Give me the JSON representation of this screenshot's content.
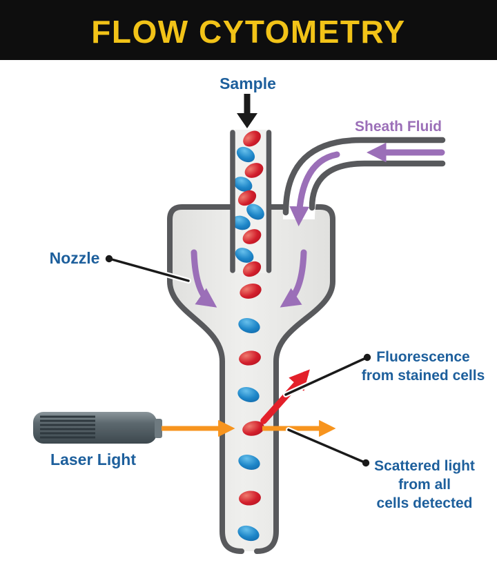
{
  "header": {
    "title": "FLOW CYTOMETRY"
  },
  "labels": {
    "sample": "Sample",
    "sheath_fluid": "Sheath Fluid",
    "nozzle": "Nozzle",
    "laser_light": "Laser Light",
    "fluorescence": [
      "Fluorescence",
      "from stained cells"
    ],
    "scattered": [
      "Scattered light",
      "from all",
      "cells detected"
    ]
  },
  "colors": {
    "header_bg": "#0e0e0e",
    "title_yellow": "#f2c318",
    "label_blue": "#1d5f9c",
    "purple": "#9b6fb8",
    "orange": "#f7941e",
    "red_arrow": "#e3202a",
    "outline_gray": "#58595c",
    "callout_black": "#1a1a1a",
    "cell_red": "#d21f2c",
    "cell_blue": "#1e86c8"
  },
  "cells": {
    "sizes": {
      "tube": {
        "rx": 14,
        "ry": 10
      },
      "stream": {
        "rx": 16,
        "ry": 10.5
      }
    },
    "tube": [
      [
        365,
        201,
        -35,
        "red"
      ],
      [
        356,
        224,
        30,
        "blue"
      ],
      [
        368,
        247,
        -25,
        "red"
      ],
      [
        352,
        267,
        25,
        "blue"
      ],
      [
        358,
        287,
        -30,
        "red"
      ],
      [
        370,
        307,
        35,
        "blue"
      ],
      [
        349,
        323,
        15,
        "blue"
      ],
      [
        365,
        343,
        -25,
        "red"
      ],
      [
        354,
        370,
        25,
        "blue"
      ],
      [
        365,
        390,
        -30,
        "red"
      ]
    ],
    "stream": [
      [
        363,
        422,
        -15,
        "red"
      ],
      [
        361,
        472,
        15,
        "blue"
      ],
      [
        362,
        519,
        -8,
        "red"
      ],
      [
        360,
        572,
        15,
        "blue"
      ],
      [
        367,
        621,
        -12,
        "red"
      ],
      [
        361,
        670,
        15,
        "blue"
      ],
      [
        362,
        722,
        -5,
        "red"
      ],
      [
        360,
        773,
        18,
        "blue"
      ]
    ]
  }
}
